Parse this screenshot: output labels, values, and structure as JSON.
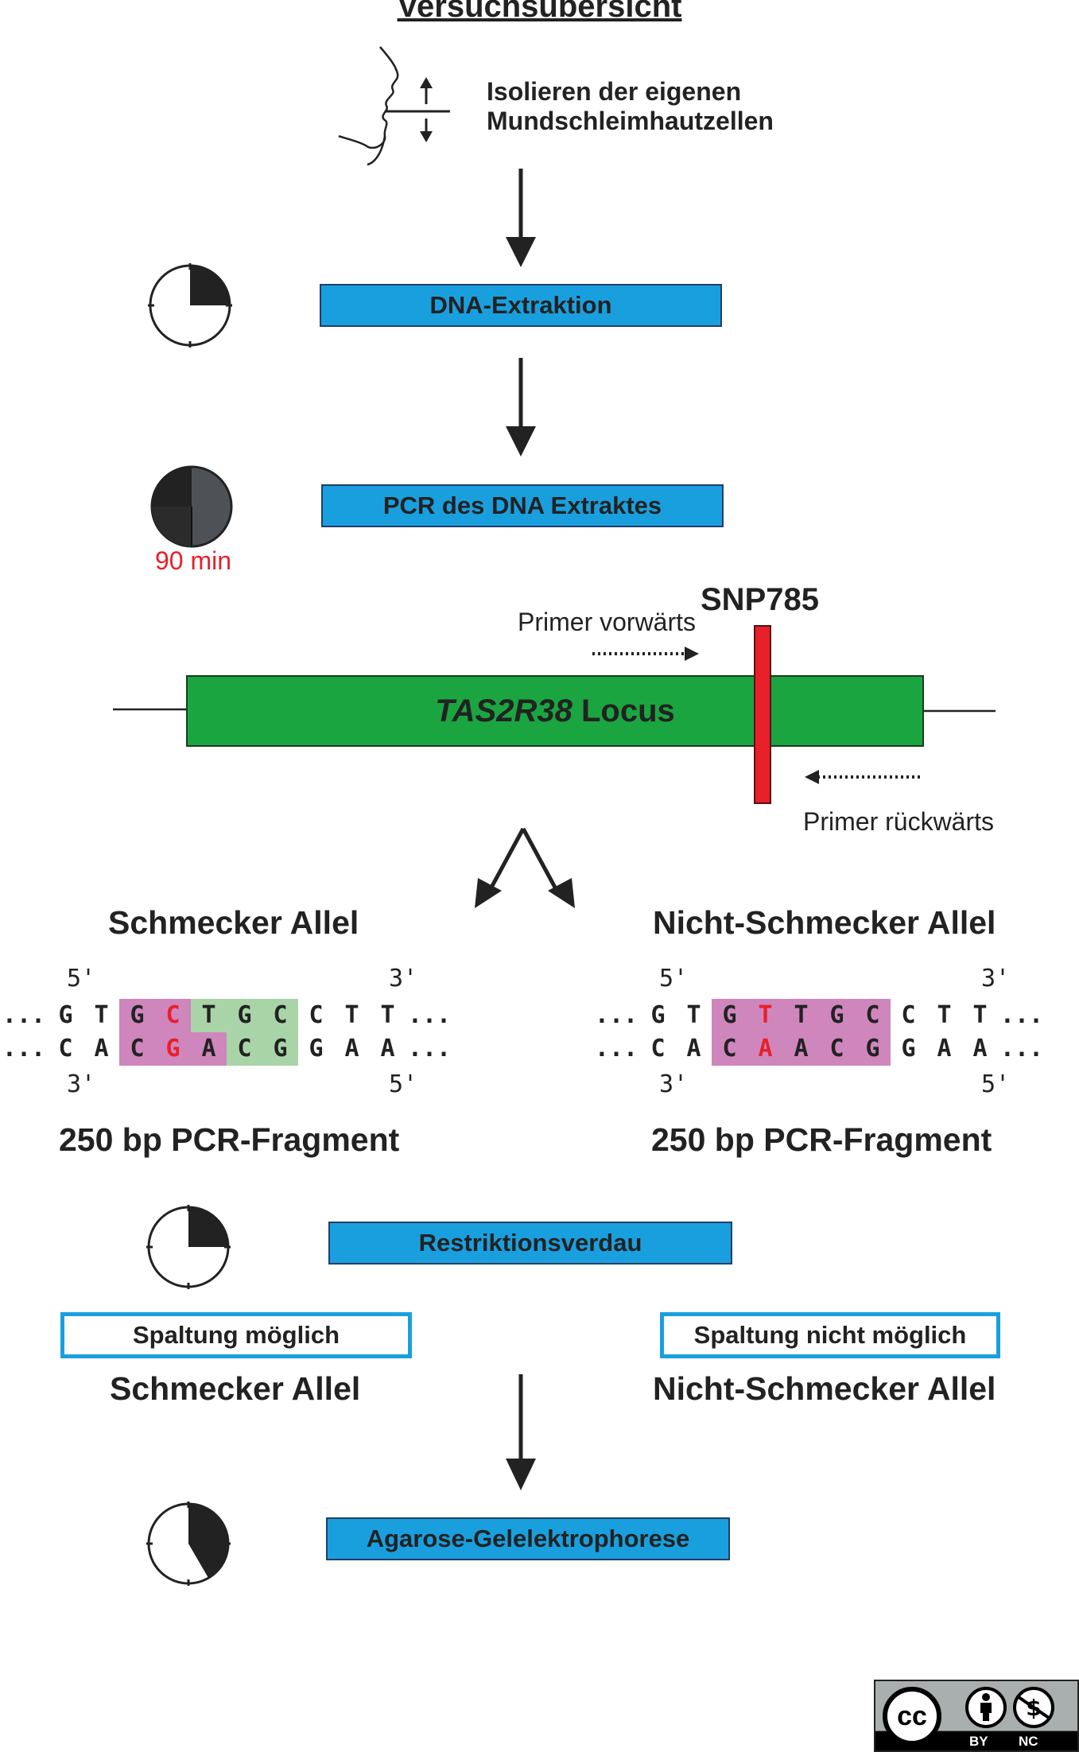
{
  "title": "Versuchsübersicht",
  "intro": {
    "line1": "Isolieren der eigenen",
    "line2": "Mundschleimhautzellen"
  },
  "steps": {
    "extraction": "DNA-Extraktion",
    "pcr": "PCR des DNA Extraktes",
    "pcr_time": "90 min",
    "digest": "Restriktionsverdau",
    "gel": "Agarose-Gelelektrophorese"
  },
  "locus": {
    "gene": "TAS2R38",
    "suffix": " Locus",
    "snp": "SNP785",
    "primer_forward": "Primer vorwärts",
    "primer_reverse": "Primer rückwärts"
  },
  "alleles": {
    "taster": {
      "heading": "Schmecker Allel",
      "label_5_top": "5'",
      "label_3_top": "3'",
      "label_3_bottom": "3'",
      "label_5_bottom": "5'",
      "ellipsis": "...",
      "top": [
        "G",
        "T",
        "G",
        "C",
        "T",
        "G",
        "C",
        "C",
        "T",
        "T"
      ],
      "bottom": [
        "C",
        "A",
        "C",
        "G",
        "A",
        "C",
        "G",
        "G",
        "A",
        "A"
      ],
      "fragment": "250 bp PCR-Fragment"
    },
    "nontaster": {
      "heading": "Nicht-Schmecker Allel",
      "label_5_top": "5'",
      "label_3_top": "3'",
      "label_3_bottom": "3'",
      "label_5_bottom": "5'",
      "ellipsis": "...",
      "top": [
        "G",
        "T",
        "G",
        "T",
        "T",
        "G",
        "C",
        "C",
        "T",
        "T"
      ],
      "bottom": [
        "C",
        "A",
        "C",
        "A",
        "A",
        "C",
        "G",
        "G",
        "A",
        "A"
      ],
      "fragment": "250 bp PCR-Fragment"
    }
  },
  "results": {
    "cut": "Spaltung möglich",
    "cut_allele": "Schmecker Allel",
    "nocut": "Spaltung nicht möglich",
    "nocut_allele": "Nicht-Schmecker Allel"
  },
  "license": {
    "cc": "cc",
    "by": "BY",
    "nc": "NC"
  },
  "colors": {
    "step_box": "#1a9fde",
    "locus": "#1aa540",
    "snp": "#e8202a",
    "highlight_pink": "#cf86bd",
    "highlight_green": "#a9d4a8"
  }
}
